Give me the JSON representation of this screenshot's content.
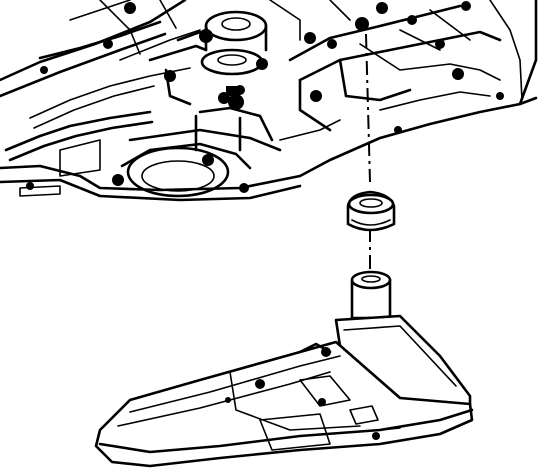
{
  "diagram": {
    "kind": "exploded-view line drawing",
    "components": [
      {
        "id": "transmission-case",
        "icon": "housing-underside-drawing"
      },
      {
        "id": "filter-seal",
        "icon": "seal-ring-drawing"
      },
      {
        "id": "fluid-filter",
        "icon": "filter-assembly-drawing"
      }
    ],
    "colors": {
      "line": "#000000",
      "background": "#ffffff"
    }
  }
}
